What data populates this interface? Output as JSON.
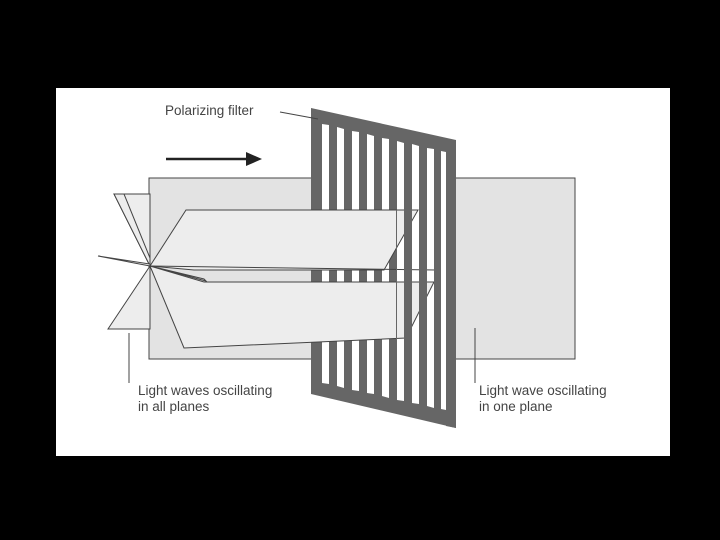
{
  "labels": {
    "filter": "Polarizing filter",
    "all_planes_line1": "Light waves oscillating",
    "all_planes_line2": "in all planes",
    "one_plane_line1": "Light wave oscillating",
    "one_plane_line2": "in one plane"
  },
  "colors": {
    "background": "#000000",
    "slide": "#ffffff",
    "beam": "#e3e3e3",
    "filter": "#666666",
    "wave": "#ededed",
    "stroke": "#444444"
  }
}
